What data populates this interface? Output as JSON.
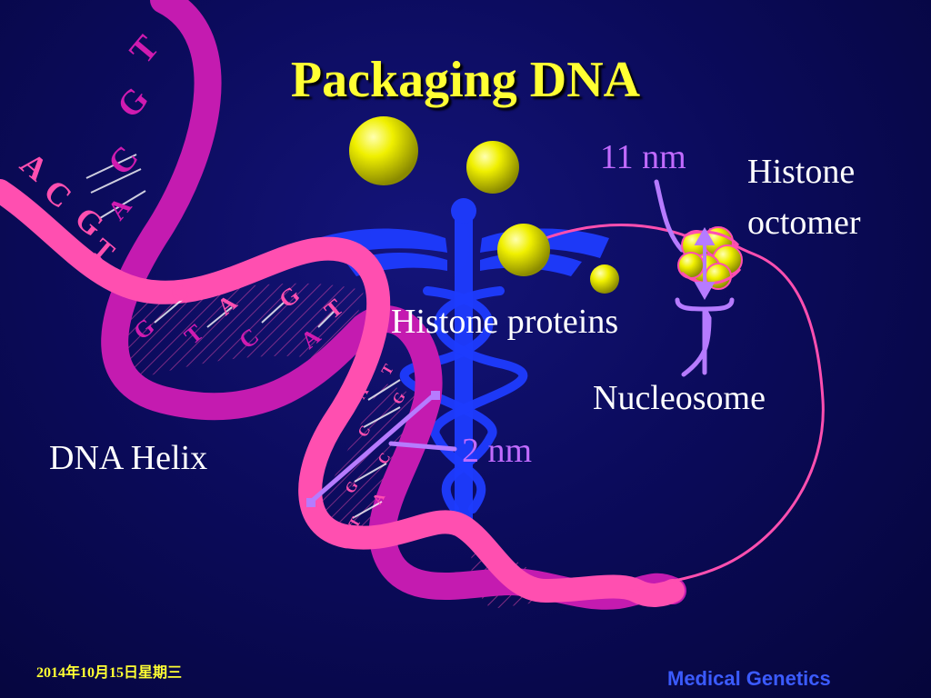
{
  "slide": {
    "title": "Packaging DNA",
    "labels": {
      "histone_proteins": "Histone proteins",
      "histone_octomer_line1": "Histone",
      "histone_octomer_line2": "octomer",
      "nucleosome": "Nucleosome",
      "dna_helix": "DNA Helix",
      "size_11nm": "11 nm",
      "size_2nm": "2 nm"
    },
    "base_letters": [
      "T",
      "G",
      "C",
      "A",
      "C",
      "G",
      "T",
      "A",
      "G",
      "C",
      "T",
      "A",
      "C",
      "G",
      "A",
      "T",
      "A",
      "T",
      "C",
      "G",
      "G",
      "C",
      "T",
      "A"
    ],
    "date": "2014年10月15日星期三",
    "footer": "Medical Genetics"
  },
  "colors": {
    "background": "#0b0b5c",
    "title": "#ffff33",
    "strand_magenta": "#c41bb0",
    "strand_pink": "#ff4fb0",
    "measure_violet": "#c16bff",
    "histone_yellow": "#e6e600",
    "caduceus_blue": "#1e3cff"
  },
  "icons": [
    "caduceus-icon",
    "histone-sphere-icon",
    "dna-helix-icon"
  ]
}
